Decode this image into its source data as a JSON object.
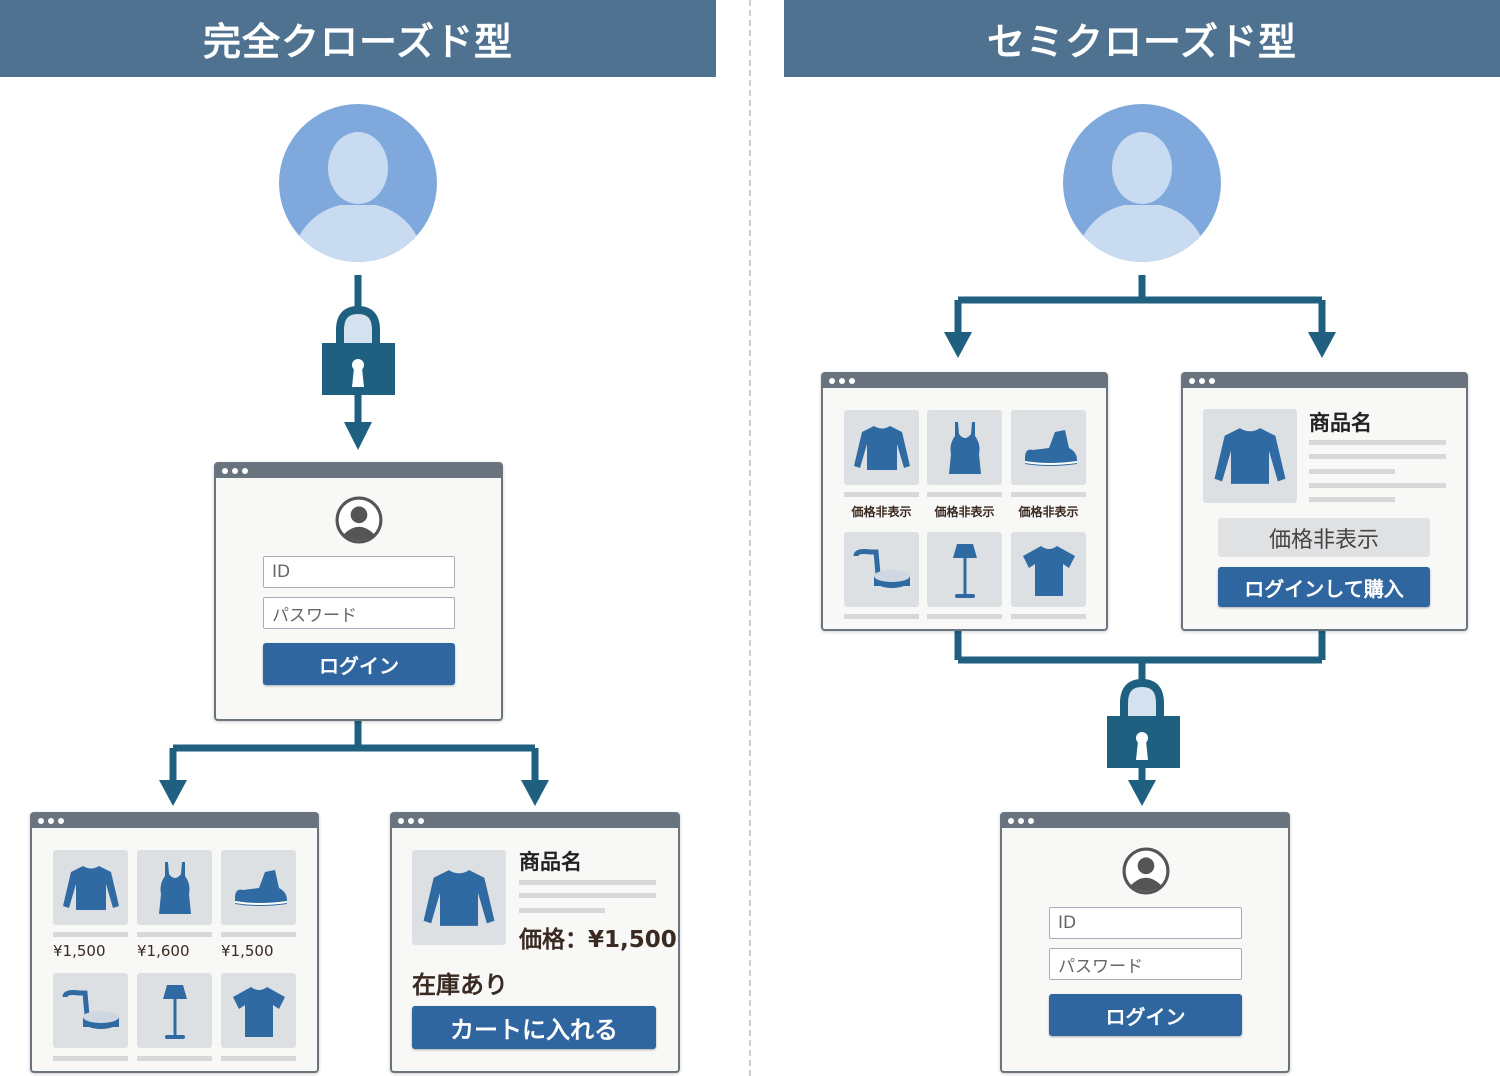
{
  "left": {
    "title": "完全クローズド型",
    "login": {
      "id_placeholder": "ID",
      "password_placeholder": "パスワード",
      "button": "ログイン"
    },
    "catalog": {
      "prices": [
        "¥1,500",
        "¥1,600",
        "¥1,500"
      ]
    },
    "detail": {
      "name": "商品名",
      "price": "価格：¥1,500",
      "stock": "在庫あり",
      "button": "カートに入れる"
    }
  },
  "right": {
    "title": "セミクローズド型",
    "catalog": {
      "prices": [
        "価格非表示",
        "価格非表示",
        "価格非表示"
      ]
    },
    "detail": {
      "name": "商品名",
      "price": "価格非表示",
      "button": "ログインして購入"
    },
    "login": {
      "id_placeholder": "ID",
      "password_placeholder": "パスワード",
      "button": "ログイン"
    }
  },
  "colors": {
    "header": "#4f7290",
    "arrow": "#1f5f80",
    "button": "#2f66a0",
    "icon": "#2f6aa3"
  }
}
